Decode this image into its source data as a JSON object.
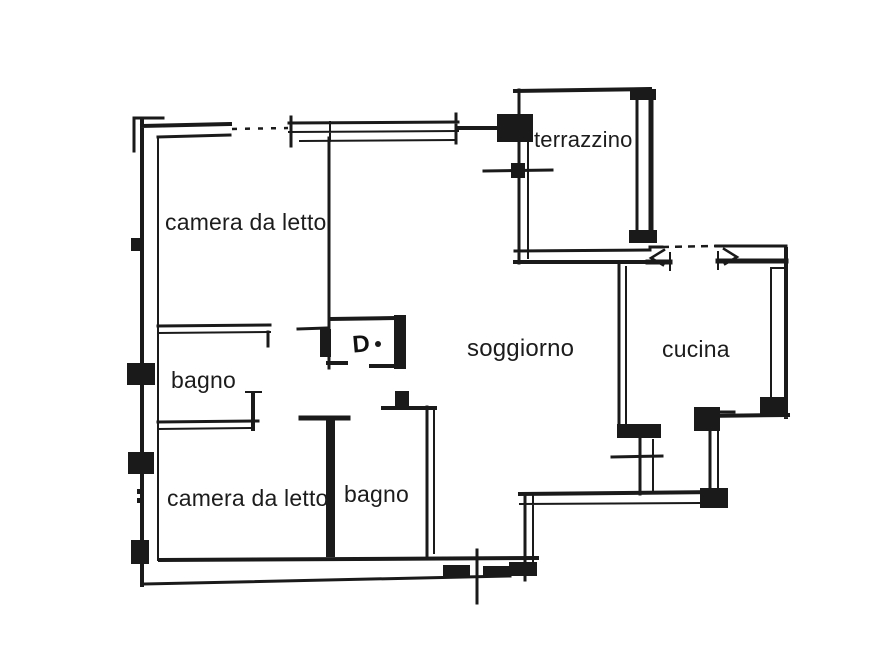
{
  "document": {
    "kind": "apartment floor plan",
    "language": "it",
    "background_color": "#ffffff",
    "ink_color": "#1a1a1a"
  },
  "rooms": [
    {
      "id": "camera-da-letto-nord",
      "label": "camera da letto"
    },
    {
      "id": "bagno-nord",
      "label": "bagno"
    },
    {
      "id": "camera-da-letto-sud",
      "label": "camera da letto"
    },
    {
      "id": "bagno-sud",
      "label": "bagno"
    },
    {
      "id": "soggiorno",
      "label": "soggiorno"
    },
    {
      "id": "cucina",
      "label": "cucina"
    },
    {
      "id": "terrazzino",
      "label": "terrazzino"
    }
  ],
  "marks": {
    "entry_door": "D"
  }
}
